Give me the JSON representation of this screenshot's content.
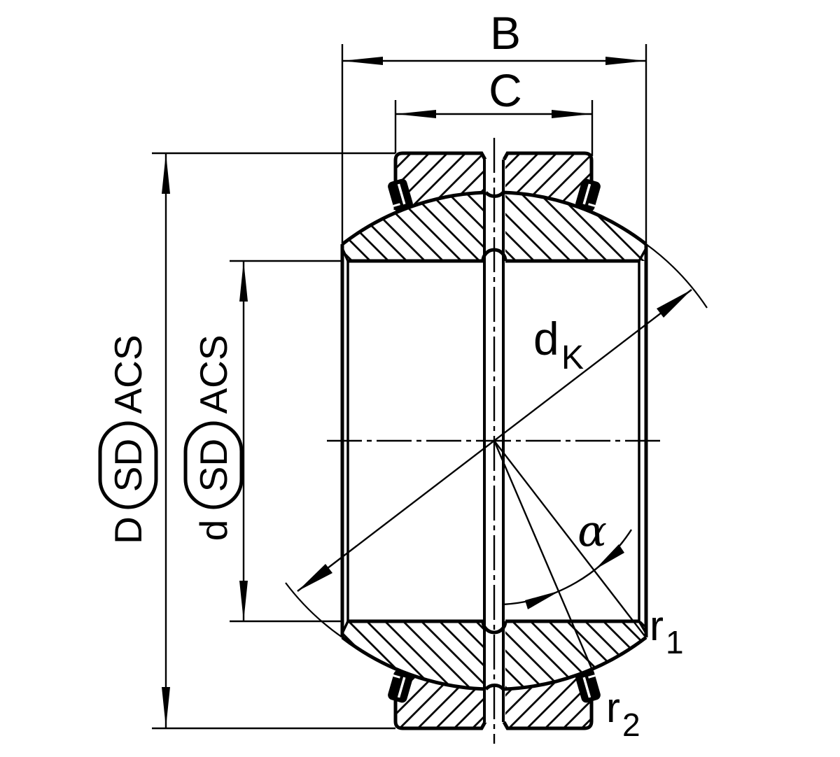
{
  "figure": {
    "kind": "technical-drawing",
    "subject": "spherical plain bearing cross-section"
  },
  "dims": {
    "B": "B",
    "C": "C",
    "D_row": {
      "prefix": "D",
      "badge": "SD",
      "suffix": "ACS"
    },
    "d_row": {
      "prefix": "d",
      "badge": "SD",
      "suffix": "ACS"
    },
    "dk": {
      "main": "d",
      "sub": "K"
    },
    "alpha": "α",
    "r1": {
      "main": "r",
      "sub": "1"
    },
    "r2": {
      "main": "r",
      "sub": "2"
    }
  }
}
